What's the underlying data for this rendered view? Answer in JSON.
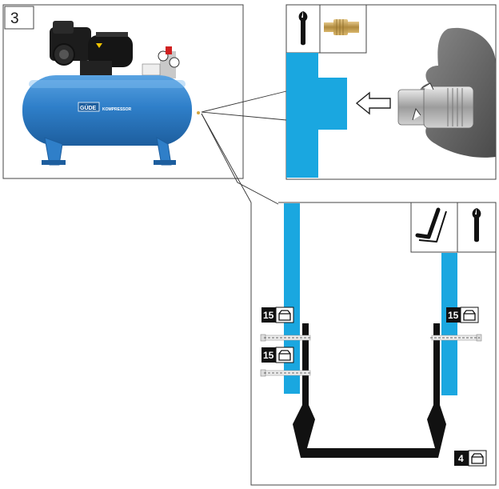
{
  "figure": {
    "number": "3",
    "compressor": {
      "brand_text": "GÜDE",
      "model_text": "KOMPRESSOR",
      "tank_color": "#2f7fc9"
    },
    "pipe_color": "#1aa7e0",
    "bracket_color": "#111111",
    "badges": [
      {
        "number": "15"
      },
      {
        "number": "15"
      },
      {
        "number": "15"
      },
      {
        "number": "4"
      }
    ],
    "icons": [
      "wrench-icon",
      "brass-coupling-icon",
      "hex-key-icon",
      "wrench-icon",
      "screw-icon",
      "arrow-left-icon",
      "box-open-icon"
    ]
  }
}
